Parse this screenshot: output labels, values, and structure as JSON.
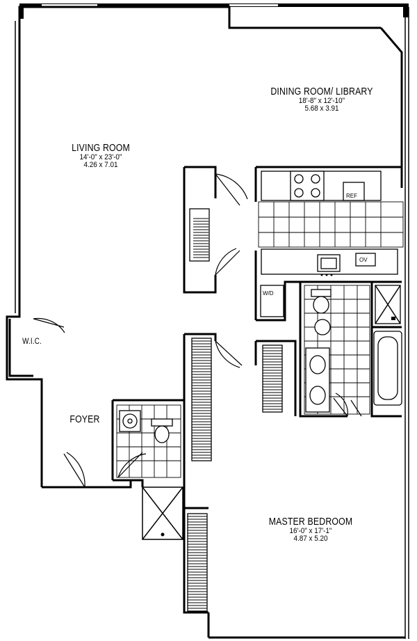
{
  "rooms": {
    "dining": {
      "name": "DINING ROOM/ LIBRARY",
      "dim_imperial": "18'-8\" x 12'-10\"",
      "dim_metric": "5.68 x 3.91"
    },
    "living": {
      "name": "LIVING ROOM",
      "dim_imperial": "14'-0\" x 23'-0\"",
      "dim_metric": "4.26 x 7.01"
    },
    "wic": {
      "name": "W.I.C."
    },
    "foyer": {
      "name": "FOYER"
    },
    "master": {
      "name": "MASTER BEDROOM",
      "dim_imperial": "16'-0\" x 17'-1\"",
      "dim_metric": "4.87 x 5.20"
    }
  },
  "fixtures": {
    "washer_dryer": "W/D",
    "refrigerator": "REF",
    "oven": "OV"
  }
}
